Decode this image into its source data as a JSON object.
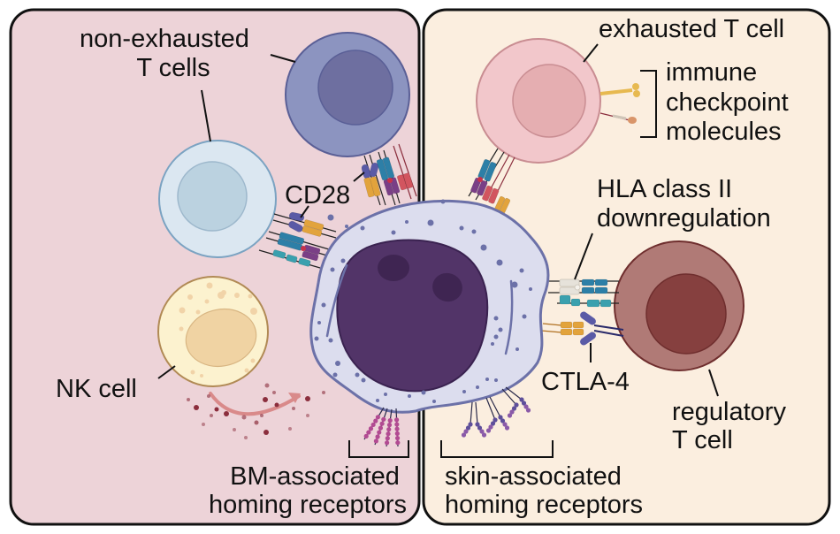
{
  "panels": {
    "left": {
      "name": "bone-marrow-panel",
      "bg": "#EDD3D8"
    },
    "right": {
      "name": "skin-panel",
      "bg": "#FBEEDF"
    }
  },
  "labels": {
    "non_exhausted": [
      "non-exhausted",
      "T cells"
    ],
    "cd28": "CD28",
    "nk_cell": "NK cell",
    "bm_homing": [
      "BM-associated",
      "homing receptors"
    ],
    "exhausted": "exhausted T cell",
    "checkpoint": [
      "immune",
      "checkpoint",
      "molecules"
    ],
    "hla": [
      "HLA class II",
      "downregulation"
    ],
    "ctla4": "CTLA-4",
    "treg": [
      "regulatory",
      "T cell"
    ],
    "skin_homing": [
      "skin-associated",
      "homing receptors"
    ]
  },
  "cells": {
    "non_exhausted_top": {
      "fill": "#8C94C0",
      "nucleus": "#6E6FA0",
      "stroke": "#5A5F96"
    },
    "non_exhausted_left": {
      "fill": "#DBE7F1",
      "nucleus": "#BBD2E0",
      "stroke": "#7BA3C2"
    },
    "nk": {
      "fill": "#FCF2CF",
      "nucleus": "#F0D3A3",
      "stroke": "#B18A55",
      "granule": "#F1D3A8"
    },
    "exhausted": {
      "fill": "#F2C7CB",
      "nucleus": "#E5AEB1",
      "stroke": "#C98D92"
    },
    "treg": {
      "fill": "#B07A76",
      "nucleus": "#86403F",
      "stroke": "#6F2E2E"
    },
    "tumor": {
      "fill": "#DCDDEE",
      "nucleus": "#523468",
      "nucleolus": "#3F2552",
      "stroke": "#6C71A8",
      "dot": "#6C71A8"
    }
  },
  "receptor_colors": {
    "cd28": "#5A5AA6",
    "cd80": "#E2A33C",
    "tcr": "#2D7FA7",
    "mhc_purple": "#7A3F86",
    "mhc_red": "#D2555F",
    "teal": "#3AA0AE",
    "hla_grey": "#E6E2DA",
    "checkpoint_yellow": "#E7B950",
    "checkpoint_orange": "#D9956A",
    "homing_bm": "#B24A92",
    "homing_skin": "#5E4F9A",
    "cytokine_arrow": "#D98A8A",
    "cytokine_dot": "#8B2E3D"
  }
}
